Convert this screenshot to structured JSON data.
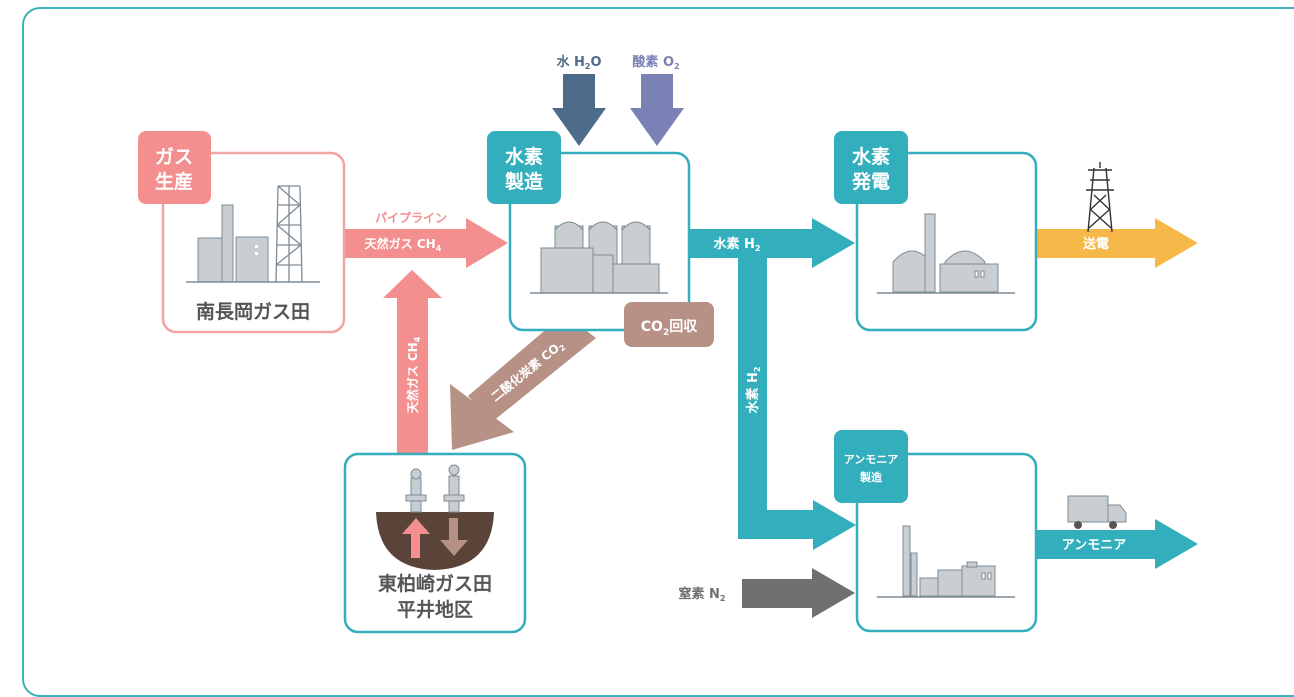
{
  "colors": {
    "frame": "#3bb0bd",
    "teal": "#33aebc",
    "pink": "#f38f8f",
    "pink_border": "#f2a3a3",
    "brown": "#b79186",
    "water": "#4d6b8a",
    "oxygen": "#7a81b4",
    "gray": "#707070",
    "orange": "#f7b84a",
    "building": "#c8ced2",
    "ground": "#5a4339"
  },
  "nodes": {
    "gas_production": {
      "tag_line1": "ガス",
      "tag_line2": "生産",
      "name": "南長岡ガス田"
    },
    "hydrogen_production": {
      "tag_line1": "水素",
      "tag_line2": "製造"
    },
    "hydrogen_power": {
      "tag_line1": "水素",
      "tag_line2": "発電"
    },
    "ammonia_production": {
      "tag_line1": "アンモニア",
      "tag_line2": "製造"
    },
    "higashi_kashiwazaki": {
      "name_line1": "東柏崎ガス田",
      "name_line2": "平井地区"
    }
  },
  "inputs": {
    "water": {
      "label": "水",
      "formula": "H",
      "sub": "2",
      "suffix": "O"
    },
    "oxygen": {
      "label": "酸素",
      "formula": "O",
      "sub": "2"
    },
    "nitrogen": {
      "label": "窒素",
      "formula": "N",
      "sub": "2"
    }
  },
  "flows": {
    "pipeline": {
      "label": "パイプライン"
    },
    "natural_gas": {
      "label": "天然ガス",
      "formula": "CH",
      "sub": "4"
    },
    "natural_gas_vertical": {
      "label": "天然ガス",
      "formula": "CH",
      "sub": "4"
    },
    "hydrogen_to_power": {
      "label": "水素",
      "formula": "H",
      "sub": "2"
    },
    "hydrogen_to_ammonia": {
      "label": "水素",
      "formula": "H",
      "sub": "2"
    },
    "co2_return": {
      "label": "二酸化炭素",
      "formula": "CO",
      "sub": "2"
    },
    "co2_capture": {
      "formula": "CO",
      "sub": "2",
      "label": "回収"
    },
    "transmission": {
      "label": "送電"
    },
    "ammonia_out": {
      "label": "アンモニア"
    }
  }
}
